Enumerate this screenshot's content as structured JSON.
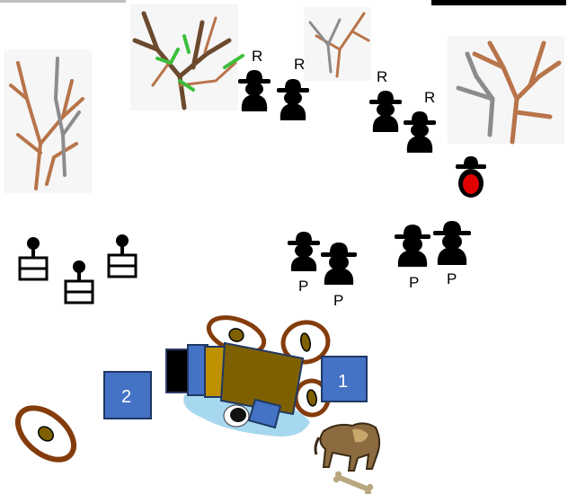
{
  "top_strip_color": "#000000",
  "colors": {
    "branch_brown": "#b8744a",
    "branch_dark": "#6b4a2e",
    "branch_gray": "#8c8c8c",
    "leaf_green": "#3cbf3c",
    "figure_black": "#000000",
    "marker_red": "#e00000",
    "block_blue": "#4472c4",
    "wagon_brown": "#7f6000",
    "wagon_gold": "#bf9000",
    "wheel_rim": "#843c0c",
    "wheel_hub": "#7f6000",
    "puddle": "#a6d8ef"
  },
  "soldiers_r": [
    {
      "label": "R"
    },
    {
      "label": "R"
    },
    {
      "label": "R"
    },
    {
      "label": "R"
    }
  ],
  "soldiers_p": [
    {
      "label": "P"
    },
    {
      "label": "P"
    },
    {
      "label": "P"
    },
    {
      "label": "P"
    }
  ],
  "player_marker": {
    "icon": "hat-figure-red-icon"
  },
  "vehicle_blocks": [
    {
      "label": "1"
    },
    {
      "label": "2"
    }
  ],
  "icons": [
    "tree-icon",
    "hat-figure-icon",
    "stand-figure-icon",
    "wheel-icon",
    "wagon-icon",
    "dog-icon",
    "bone-icon"
  ]
}
